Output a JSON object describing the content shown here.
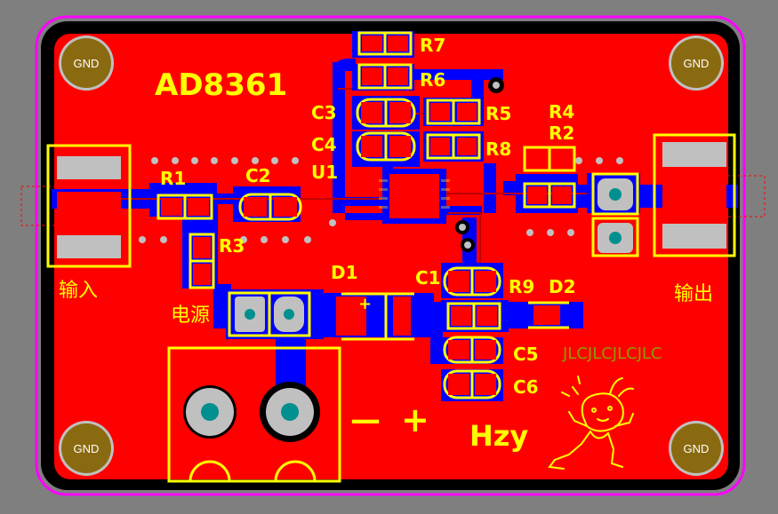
{
  "board": {
    "title": "AD8361",
    "signature": "Hzy",
    "watermark": "JLCJLCJLCJLC",
    "colors": {
      "background": "#7f7f7f",
      "board_edge": "#ff00ff",
      "keepout": "#000000",
      "top_copper": "#ff0000",
      "bottom_copper": "#0000ff",
      "silkscreen": "#ffff00",
      "pad": "#c0c0c0",
      "via_hole": "#008f8f",
      "gnd_pad": "#8a6a10"
    }
  },
  "gnd_holes": [
    "GND",
    "GND",
    "GND",
    "GND"
  ],
  "labels": {
    "input": "输入",
    "output": "输出",
    "power": "电源",
    "minus": "—",
    "plus": "+",
    "d1_anode_mark": "+"
  },
  "components": {
    "R1": "R1",
    "R2": "R2",
    "R3": "R3",
    "R4": "R4",
    "R5": "R5",
    "R6": "R6",
    "R7": "R7",
    "R8": "R8",
    "R9": "R9",
    "C1": "C1",
    "C2": "C2",
    "C3": "C3",
    "C4": "C4",
    "C5": "C5",
    "C6": "C6",
    "D1": "D1",
    "D2": "D2",
    "U1": "U1"
  }
}
